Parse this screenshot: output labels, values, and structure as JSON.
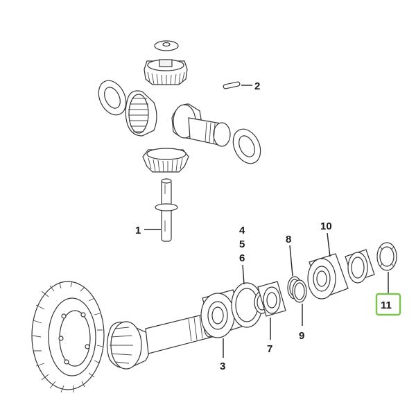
{
  "diagram": {
    "callouts": [
      "1",
      "2",
      "3",
      "4",
      "5",
      "6",
      "7",
      "8",
      "9",
      "10",
      "11"
    ],
    "highlight": {
      "callout": "11",
      "color": "#7dc24a"
    },
    "line_color": "#222222"
  }
}
